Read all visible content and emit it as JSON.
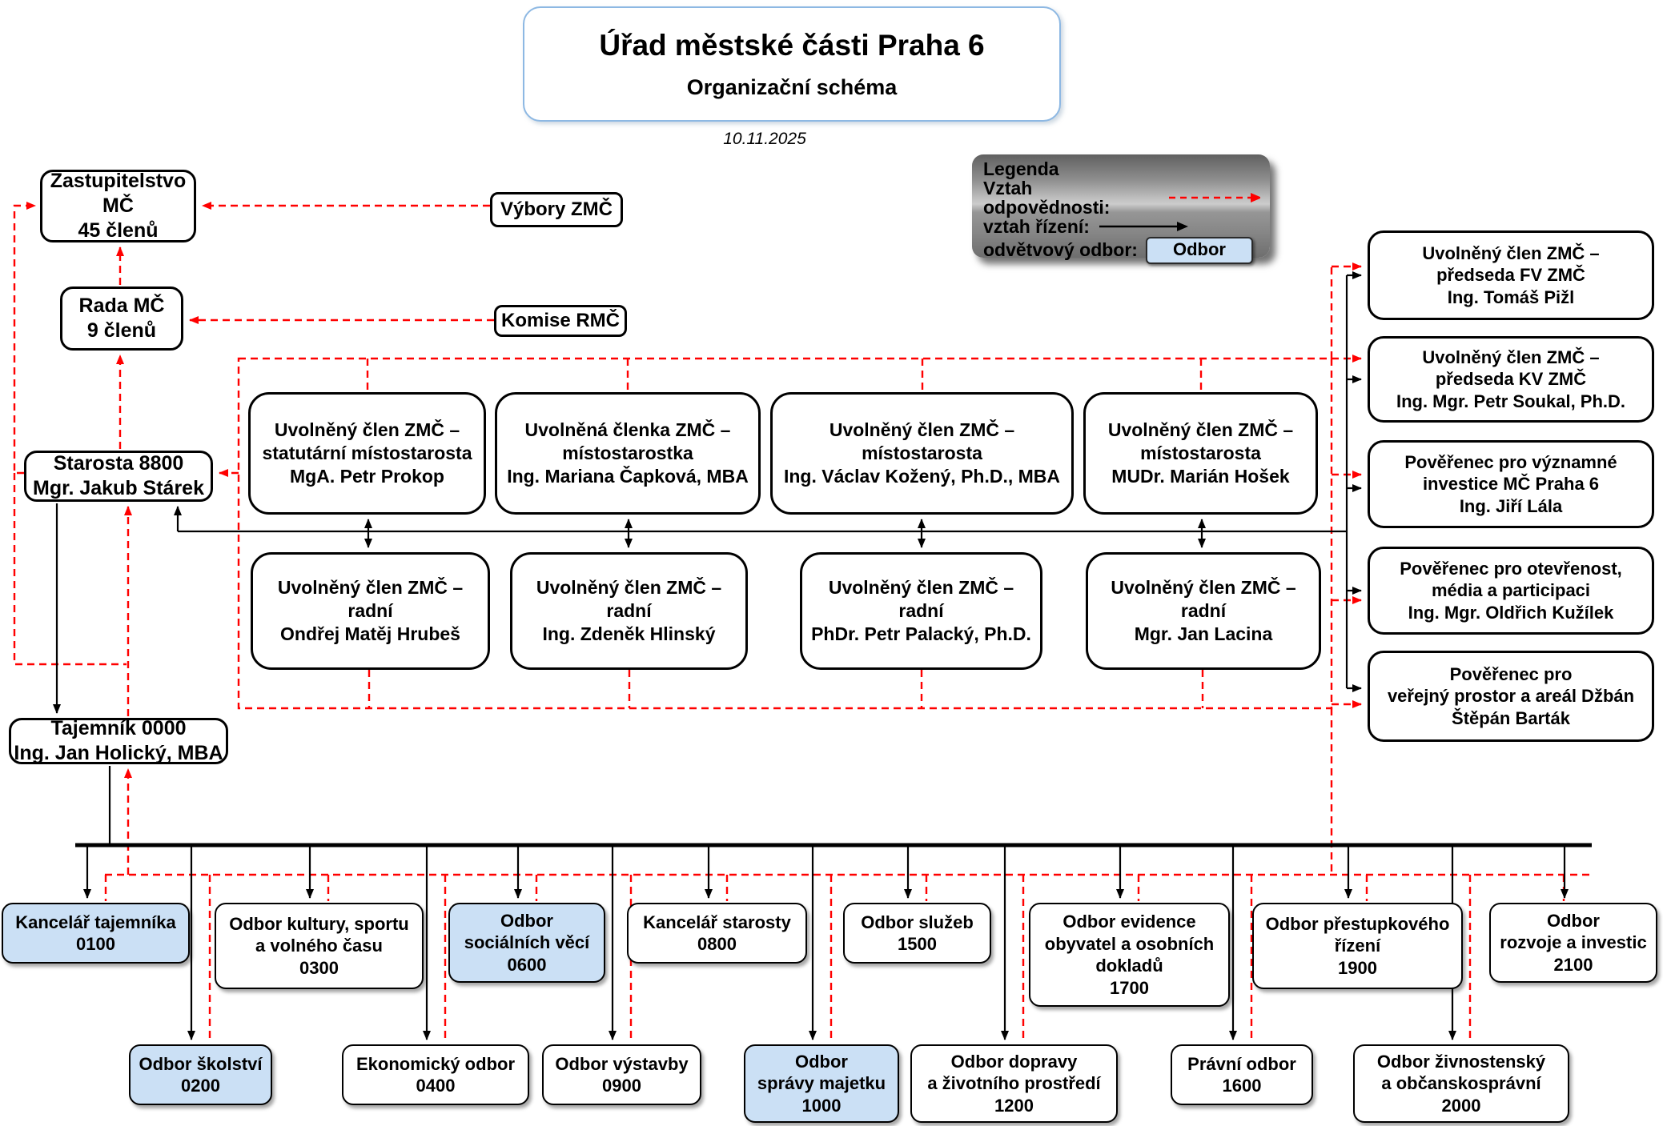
{
  "header": {
    "title": "Úřad městské části Praha 6",
    "subtitle": "Organizační schéma",
    "date": "10.11.2025"
  },
  "legend": {
    "title": "Legenda",
    "responsibility_label": "Vztah odpovědnosti:",
    "management_label": "vztah řízení:",
    "sector_label": "odvětvový odbor:",
    "sector_box_label": "Odbor"
  },
  "colors": {
    "relationship_red": "#ff0000",
    "management_black": "#000000",
    "sector_fill": "#cbe0f5",
    "title_border": "#8db8e3"
  },
  "boxes": {
    "zastupitelstvo": [
      "Zastupitelstvo",
      "MČ",
      "45 členů"
    ],
    "vybory_zmc": [
      "Výbory ZMČ"
    ],
    "rada": [
      "Rada MČ",
      "9 členů"
    ],
    "komise_rmc": [
      "Komise RMČ"
    ],
    "starosta": [
      "Starosta 8800",
      "Mgr. Jakub Stárek"
    ],
    "tajemnik": [
      "Tajemník 0000",
      "Ing. Jan Holický, MBA"
    ],
    "mistostarosta_prokop": [
      "Uvolněný člen ZMČ –",
      "statutární místostarosta",
      "MgA. Petr Prokop"
    ],
    "mistostarostka_capkova": [
      "Uvolněná členka ZMČ –",
      "místostarostka",
      "Ing. Mariana Čapková, MBA"
    ],
    "mistostarosta_kozeny": [
      "Uvolněný člen ZMČ –",
      "místostarosta",
      "Ing. Václav Kožený, Ph.D., MBA"
    ],
    "mistostarosta_hosek": [
      "Uvolněný člen ZMČ –",
      "místostarosta",
      "MUDr. Marián Hošek"
    ],
    "radni_hrubes": [
      "Uvolněný člen ZMČ –",
      "radní",
      "Ondřej Matěj Hrubeš"
    ],
    "radni_hlinsky": [
      "Uvolněný člen ZMČ –",
      "radní",
      "Ing. Zdeněk Hlinský"
    ],
    "radni_palacky": [
      "Uvolněný člen ZMČ –",
      "radní",
      "PhDr. Petr Palacký, Ph.D."
    ],
    "radni_lacina": [
      "Uvolněný člen ZMČ –",
      "radní",
      "Mgr. Jan Lacina"
    ],
    "predseda_fv": [
      "Uvolněný člen ZMČ –",
      "předseda FV ZMČ",
      "Ing. Tomáš Pižl"
    ],
    "predseda_kv": [
      "Uvolněný člen ZMČ –",
      "předseda KV ZMČ",
      "Ing. Mgr. Petr Soukal, Ph.D."
    ],
    "poverenec_investice": [
      "Pověřenec pro významné",
      "investice MČ Praha 6",
      "Ing. Jiří Lála"
    ],
    "poverenec_otevrenost": [
      "Pověřenec pro otevřenost,",
      "média a participaci",
      "Ing. Mgr. Oldřich Kužílek"
    ],
    "poverenec_prostor": [
      "Pověřenec pro",
      "veřejný prostor a areál Džbán",
      "Štěpán Barták"
    ],
    "dept_0100": [
      "Kancelář tajemníka",
      "0100"
    ],
    "dept_0300": [
      "Odbor kultury, sportu",
      "a volného času",
      "0300"
    ],
    "dept_0600": [
      "Odbor",
      "sociálních věcí",
      "0600"
    ],
    "dept_0800": [
      "Kancelář starosty",
      "0800"
    ],
    "dept_1500": [
      "Odbor služeb",
      "1500"
    ],
    "dept_1700": [
      "Odbor evidence",
      "obyvatel a osobních",
      "dokladů",
      "1700"
    ],
    "dept_1900": [
      "Odbor přestupkového",
      "řízení",
      "1900"
    ],
    "dept_2100": [
      "Odbor",
      "rozvoje a investic",
      "2100"
    ],
    "dept_0200": [
      "Odbor školství",
      "0200"
    ],
    "dept_0400": [
      "Ekonomický odbor",
      "0400"
    ],
    "dept_0900": [
      "Odbor výstavby",
      "0900"
    ],
    "dept_1000": [
      "Odbor",
      "správy majetku",
      "1000"
    ],
    "dept_1200": [
      "Odbor dopravy",
      "a životního prostředí",
      "1200"
    ],
    "dept_1600": [
      "Právní odbor",
      "1600"
    ],
    "dept_2000": [
      "Odbor živnostenský",
      "a občanskosprávní",
      "2000"
    ]
  }
}
